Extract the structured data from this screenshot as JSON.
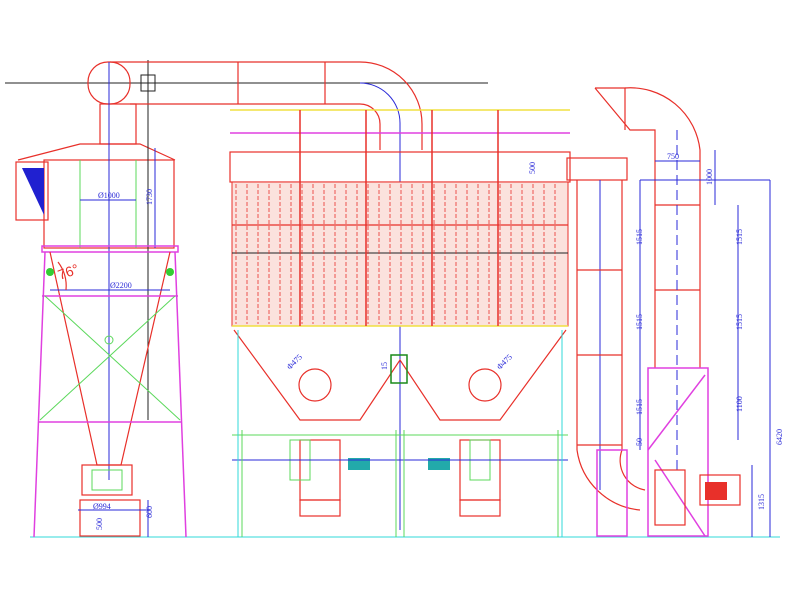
{
  "drawing": {
    "title": "Cartridge dust collector with cyclone pre-separator – elevation",
    "dimensions": {
      "cyclone_diameter": "Ø1000",
      "cyclone_height": "1730",
      "cone_angle": "76°",
      "support_diameter": "Ø2200",
      "discharge_diameter": "Ø994",
      "bin_height": "600",
      "bin_label": "500",
      "header_height": "500",
      "hopper_outlet_left": "Φ475",
      "hopper_outlet_right": "Φ475",
      "gap": "15",
      "stack_width": "750",
      "stack_top": "1000",
      "duct_seg_1": "1515",
      "duct_seg_2": "1515",
      "duct_seg_3": "1515",
      "stack_seg_1": "1515",
      "stack_seg_2": "1515",
      "stack_seg_3": "1100",
      "duct_offset": "50",
      "fan_height": "1315",
      "overall_height": "6420"
    },
    "colors": {
      "red": "#e8302a",
      "blue": "#2a2ad8",
      "magenta": "#e040e0",
      "green": "#5bd85b",
      "cyan": "#30d8d8",
      "yellow": "#f0e040"
    }
  }
}
